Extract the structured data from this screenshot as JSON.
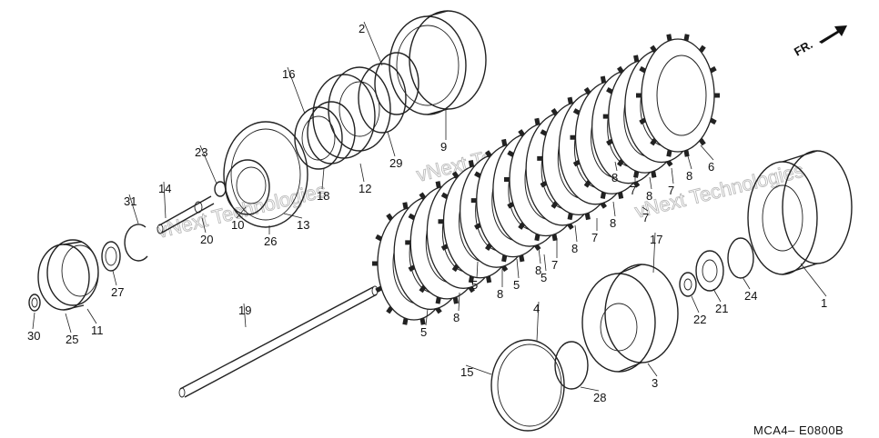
{
  "diagram": {
    "direction_label": "FR.",
    "code": "MCA4– E0800B",
    "watermarks": [
      "vNext Technologies",
      "vNext Technologies",
      "vNext Technologies"
    ],
    "callouts": [
      {
        "label": "1"
      },
      {
        "label": "2"
      },
      {
        "label": "3"
      },
      {
        "label": "4"
      },
      {
        "label": "5"
      },
      {
        "label": "5"
      },
      {
        "label": "5"
      },
      {
        "label": "5"
      },
      {
        "label": "6"
      },
      {
        "label": "7"
      },
      {
        "label": "7"
      },
      {
        "label": "7"
      },
      {
        "label": "7"
      },
      {
        "label": "7"
      },
      {
        "label": "8"
      },
      {
        "label": "8"
      },
      {
        "label": "8"
      },
      {
        "label": "8"
      },
      {
        "label": "8"
      },
      {
        "label": "8"
      },
      {
        "label": "8"
      },
      {
        "label": "8"
      },
      {
        "label": "9"
      },
      {
        "label": "10"
      },
      {
        "label": "11"
      },
      {
        "label": "12"
      },
      {
        "label": "13"
      },
      {
        "label": "14"
      },
      {
        "label": "15"
      },
      {
        "label": "16"
      },
      {
        "label": "17"
      },
      {
        "label": "18"
      },
      {
        "label": "19"
      },
      {
        "label": "20"
      },
      {
        "label": "21"
      },
      {
        "label": "22"
      },
      {
        "label": "23"
      },
      {
        "label": "24"
      },
      {
        "label": "25"
      },
      {
        "label": "26"
      },
      {
        "label": "27"
      },
      {
        "label": "28"
      },
      {
        "label": "29"
      },
      {
        "label": "30"
      },
      {
        "label": "31"
      }
    ]
  }
}
